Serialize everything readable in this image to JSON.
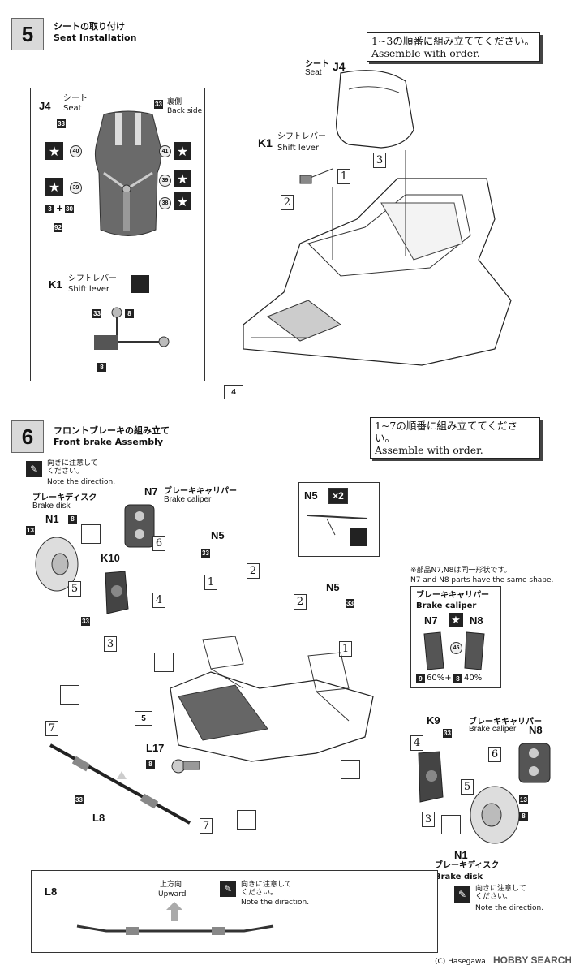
{
  "step5": {
    "number": "5",
    "title_jp": "シートの取り付け",
    "title_en": "Seat Installation",
    "note_line1": "1~3の順番に組み立ててください。",
    "note_line2": "Assemble with order.",
    "seat_box": {
      "part": "J4",
      "part_jp": "シート",
      "part_en": "Seat",
      "back_jp": "裏側",
      "back_en": "Back side",
      "decals": [
        "33",
        "33",
        "40",
        "41",
        "39",
        "39",
        "38",
        "30",
        "92"
      ],
      "three_label": "3",
      "plus": "+",
      "shift_part": "K1",
      "shift_jp": "シフトレバー",
      "shift_en": "Shift lever",
      "shift_codes": [
        "33",
        "8",
        "8"
      ]
    },
    "main": {
      "seat_jp": "シート",
      "seat_en": "Seat",
      "seat_part": "J4",
      "shift_part": "K1",
      "shift_jp": "シフトレバー",
      "shift_en": "Shift lever",
      "order": [
        "1",
        "2",
        "3"
      ],
      "chassis_ref": "4"
    }
  },
  "step6": {
    "number": "6",
    "title_jp": "フロントブレーキの組み立て",
    "title_en": "Front brake Assembly",
    "note_line1": "1~7の順番に組み立ててください。",
    "note_line2": "Assemble with order.",
    "direction_jp": "向きに注意して\nください。",
    "direction_en": "Note the direction.",
    "disk_jp": "ブレーキディスク",
    "disk_en": "Brake disk",
    "caliper_jp": "ブレーキキャリパー",
    "caliper_en": "Brake caliper",
    "n5_box_part": "N5",
    "n5_box_qty": "×2",
    "same_shape_jp": "※部品N7,N8は同一形状です。",
    "same_shape_en": "N7 and N8 parts have the same shape.",
    "caliper_box_jp": "ブレーキキャリパー",
    "caliper_box_en": "Brake caliper",
    "caliper_box_parts": [
      "N7",
      "N8"
    ],
    "caliper_box_decal": "45",
    "mix": "60%+",
    "mix_a": "9",
    "mix_b": "8",
    "mix_b_pct": "40%",
    "parts": {
      "n7": "N7",
      "n1": "N1",
      "k10": "K10",
      "n5a": "N5",
      "n5b": "N5",
      "l17": "L17",
      "l8": "L8",
      "k9": "K9",
      "n8": "N8",
      "n1b": "N1"
    },
    "codes": {
      "c13": "13",
      "c8": "8",
      "c33": "33"
    },
    "chassis_ref": "5",
    "order": [
      "1",
      "2",
      "3",
      "4",
      "5",
      "6",
      "7"
    ],
    "upward_box": {
      "part": "L8",
      "up_jp": "上方向",
      "up_en": "Upward",
      "dir_jp": "向きに注意して\nください。",
      "dir_en": "Note the direction."
    },
    "bottom_dir_jp": "向きに注意して\nください。",
    "bottom_dir_en": "Note the direction."
  },
  "footer": {
    "caption": "(C) Hasegawa",
    "watermark": "HOBBY SEARCH"
  }
}
